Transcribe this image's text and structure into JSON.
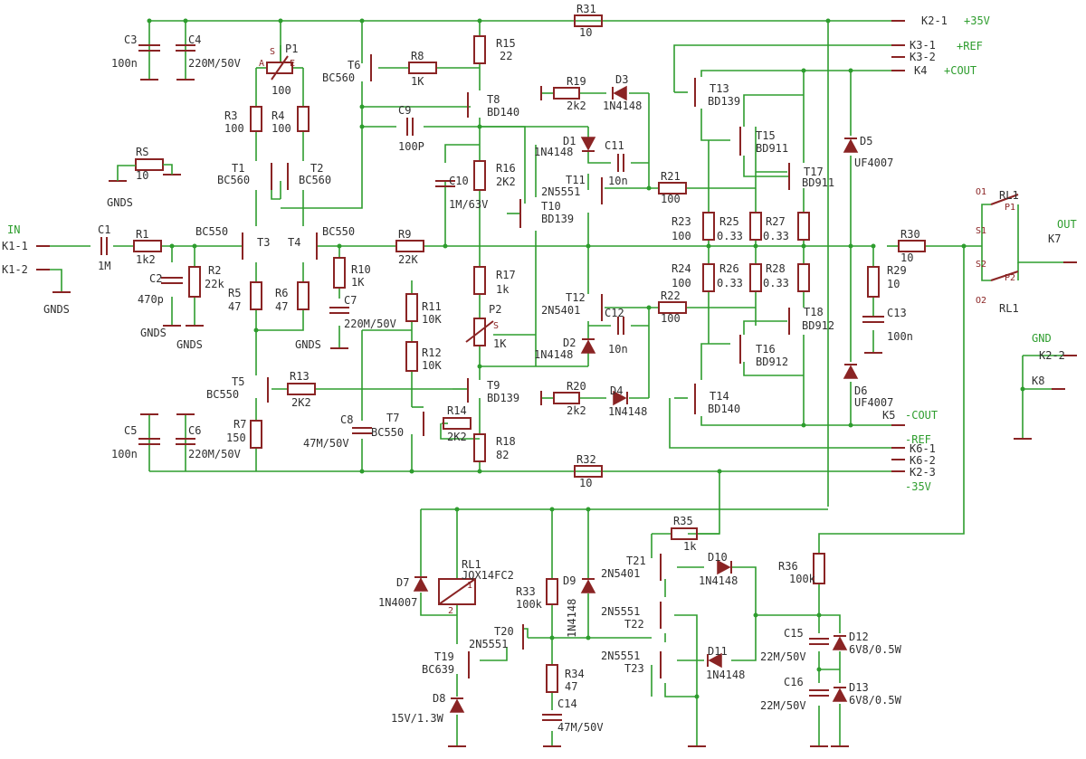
{
  "components": {
    "C1": {
      "name": "C1",
      "value": "1M"
    },
    "C2": {
      "name": "C2",
      "value": "470p"
    },
    "C3": {
      "name": "C3",
      "value": "100n"
    },
    "C4": {
      "name": "C4",
      "value": "220M/50V"
    },
    "C5": {
      "name": "C5",
      "value": "100n"
    },
    "C6": {
      "name": "C6",
      "value": "220M/50V"
    },
    "C7": {
      "name": "C7",
      "value": "220M/50V"
    },
    "C8": {
      "name": "C8",
      "value": "47M/50V"
    },
    "C9": {
      "name": "C9",
      "value": "100P"
    },
    "C10": {
      "name": "C10",
      "value": "1M/63V"
    },
    "C11": {
      "name": "C11",
      "value": "10n"
    },
    "C12": {
      "name": "C12",
      "value": "10n"
    },
    "C13": {
      "name": "C13",
      "value": "100n"
    },
    "C14": {
      "name": "C14",
      "value": "47M/50V"
    },
    "C15": {
      "name": "C15",
      "value": "22M/50V"
    },
    "C16": {
      "name": "C16",
      "value": "22M/50V"
    },
    "R1": {
      "name": "R1",
      "value": "1k2"
    },
    "R2": {
      "name": "R2",
      "value": "22k"
    },
    "R3": {
      "name": "R3",
      "value": "100"
    },
    "R4": {
      "name": "R4",
      "value": "100"
    },
    "R5": {
      "name": "R5",
      "value": "47"
    },
    "R6": {
      "name": "R6",
      "value": "47"
    },
    "R7": {
      "name": "R7",
      "value": "150"
    },
    "R8": {
      "name": "R8",
      "value": "1K"
    },
    "R9": {
      "name": "R9",
      "value": "22K"
    },
    "R10": {
      "name": "R10",
      "value": "1K"
    },
    "R11": {
      "name": "R11",
      "value": "10K"
    },
    "R12": {
      "name": "R12",
      "value": "10K"
    },
    "R13": {
      "name": "R13",
      "value": "2K2"
    },
    "R14": {
      "name": "R14",
      "value": "2K2"
    },
    "R15": {
      "name": "R15",
      "value": "22"
    },
    "R16": {
      "name": "R16",
      "value": "2K2"
    },
    "R17": {
      "name": "R17",
      "value": "1k"
    },
    "R18": {
      "name": "R18",
      "value": "82"
    },
    "R19": {
      "name": "R19",
      "value": "2k2"
    },
    "R20": {
      "name": "R20",
      "value": "2k2"
    },
    "R21": {
      "name": "R21",
      "value": "100"
    },
    "R22": {
      "name": "R22",
      "value": "100"
    },
    "R23": {
      "name": "R23",
      "value": "100"
    },
    "R24": {
      "name": "R24",
      "value": "100"
    },
    "R25": {
      "name": "R25",
      "value": "0.33"
    },
    "R26": {
      "name": "R26",
      "value": "0.33"
    },
    "R27": {
      "name": "R27",
      "value": "0.33"
    },
    "R28": {
      "name": "R28",
      "value": "0.33"
    },
    "R29": {
      "name": "R29",
      "value": "10"
    },
    "R30": {
      "name": "R30",
      "value": "10"
    },
    "R31": {
      "name": "R31",
      "value": "10"
    },
    "R32": {
      "name": "R32",
      "value": "10"
    },
    "R33": {
      "name": "R33",
      "value": "100k"
    },
    "R34": {
      "name": "R34",
      "value": "47"
    },
    "R35": {
      "name": "R35",
      "value": "1k"
    },
    "R36": {
      "name": "R36",
      "value": "100k"
    },
    "RS": {
      "name": "RS",
      "value": "10"
    },
    "P1": {
      "name": "P1",
      "value": "100"
    },
    "P2": {
      "name": "P2",
      "value": "1K"
    },
    "T1": {
      "name": "T1",
      "value": "BC560"
    },
    "T2": {
      "name": "T2",
      "value": "BC560"
    },
    "T3": {
      "name": "T3",
      "value": "BC550"
    },
    "T4": {
      "name": "T4",
      "value": "BC550"
    },
    "T5": {
      "name": "T5",
      "value": "BC550"
    },
    "T6": {
      "name": "T6",
      "value": "BC560"
    },
    "T7": {
      "name": "T7",
      "value": "BC550"
    },
    "T8": {
      "name": "T8",
      "value": "BD140"
    },
    "T9": {
      "name": "T9",
      "value": "BD139"
    },
    "T10": {
      "name": "T10",
      "value": "BD139"
    },
    "T11": {
      "name": "T11",
      "value": "2N5551"
    },
    "T12": {
      "name": "T12",
      "value": "2N5401"
    },
    "T13": {
      "name": "T13",
      "value": "BD139"
    },
    "T14": {
      "name": "T14",
      "value": "BD140"
    },
    "T15": {
      "name": "T15",
      "value": "BD911"
    },
    "T16": {
      "name": "T16",
      "value": "BD912"
    },
    "T17": {
      "name": "T17",
      "value": "BD911"
    },
    "T18": {
      "name": "T18",
      "value": "BD912"
    },
    "T19": {
      "name": "T19",
      "value": "BC639"
    },
    "T20": {
      "name": "T20",
      "value": "2N5551"
    },
    "T21": {
      "name": "T21",
      "value": "2N5401"
    },
    "T22": {
      "name": "T22",
      "value": "2N5551"
    },
    "T23": {
      "name": "T23",
      "value": "2N5551"
    },
    "D1": {
      "name": "D1",
      "value": "1N4148"
    },
    "D2": {
      "name": "D2",
      "value": "1N4148"
    },
    "D3": {
      "name": "D3",
      "value": "1N4148"
    },
    "D4": {
      "name": "D4",
      "value": "1N4148"
    },
    "D5": {
      "name": "D5",
      "value": "UF4007"
    },
    "D6": {
      "name": "D6",
      "value": "UF4007"
    },
    "D7": {
      "name": "D7",
      "value": "1N4007"
    },
    "D8": {
      "name": "D8",
      "value": "15V/1.3W"
    },
    "D9": {
      "name": "D9",
      "value": "1N4148"
    },
    "D10": {
      "name": "D10",
      "value": "1N4148"
    },
    "D11": {
      "name": "D11",
      "value": "1N4148"
    },
    "D12": {
      "name": "D12",
      "value": "6V8/0.5W"
    },
    "D13": {
      "name": "D13",
      "value": "6V8/0.5W"
    },
    "RL1": {
      "name": "RL1",
      "value": "JQX14FC2"
    }
  },
  "labels": {
    "in": "IN",
    "out": "OUT",
    "gnd": "GND",
    "gnds": "GNDS",
    "v_pos": "+35V",
    "v_neg": "-35V",
    "ref_pos": "+REF",
    "ref_neg": "-REF",
    "cout_pos": "+COUT",
    "cout_neg": "-COUT",
    "k1_1": "K1-1",
    "k1_2": "K1-2",
    "k2_1": "K2-1",
    "k2_2": "K2-2",
    "k2_3": "K2-3",
    "k3_1": "K3-1",
    "k3_2": "K3-2",
    "k4": "K4",
    "k5": "K5",
    "k6_1": "K6-1",
    "k6_2": "K6-2",
    "k7": "K7",
    "k8": "K8",
    "rl1": "RL1",
    "pin_a": "A",
    "pin_e": "E",
    "pin_s": "S",
    "pin_1": "1",
    "pin_2": "2",
    "pin_p1": "P1",
    "pin_p2": "P2",
    "pin_s1": "S1",
    "pin_s2": "S2",
    "pin_o1": "O1",
    "pin_o2": "O2"
  }
}
